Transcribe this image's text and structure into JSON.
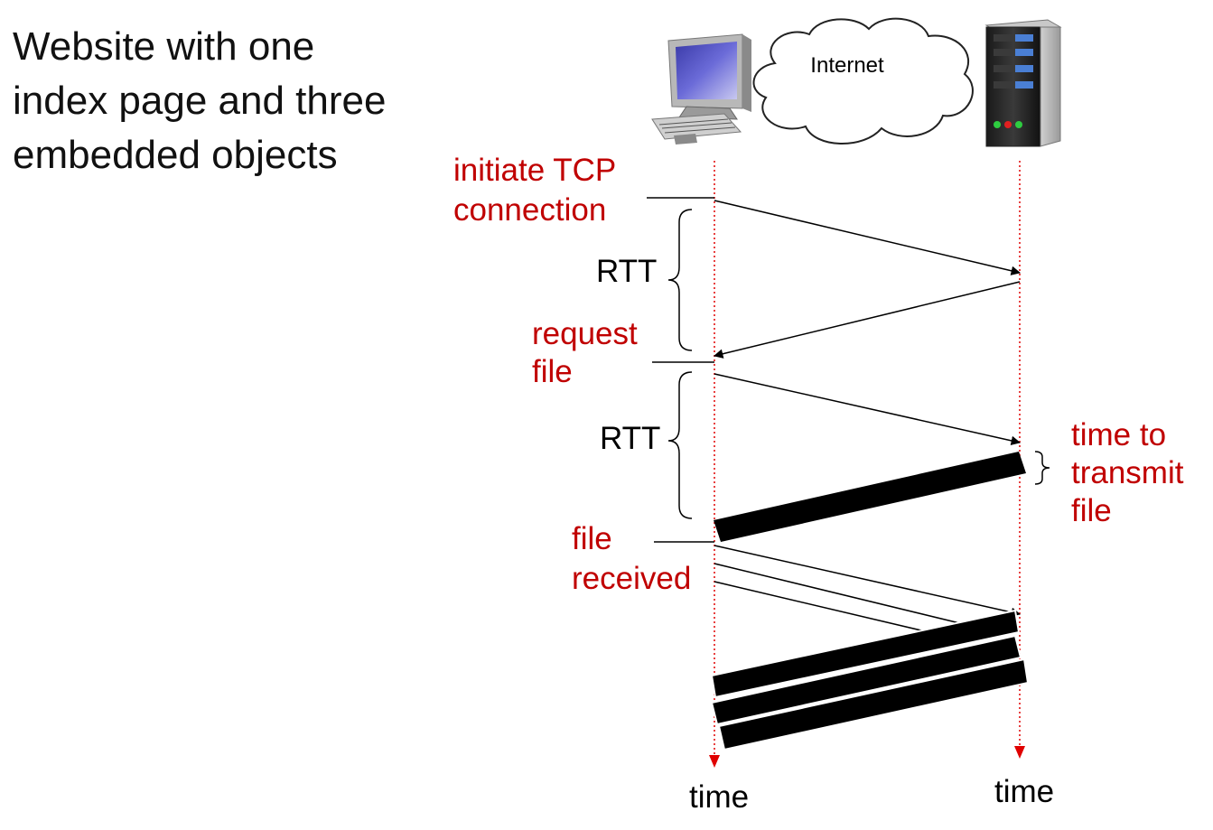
{
  "title_lines": [
    "Website with one",
    "index page and three",
    "embedded objects"
  ],
  "internet_label": "Internet",
  "labels": {
    "initiate_tcp": [
      "initiate TCP",
      "connection"
    ],
    "rtt_1": "RTT",
    "request_file": [
      "request",
      "file"
    ],
    "rtt_2": "RTT",
    "time_to_transmit": [
      "time to",
      "transmit",
      "file"
    ],
    "file_received": [
      "file",
      "received"
    ],
    "time_client": "time",
    "time_server": "time"
  },
  "colors": {
    "accent_red": "#c00000",
    "timeline_red": "#e00000",
    "ink": "#000000"
  }
}
